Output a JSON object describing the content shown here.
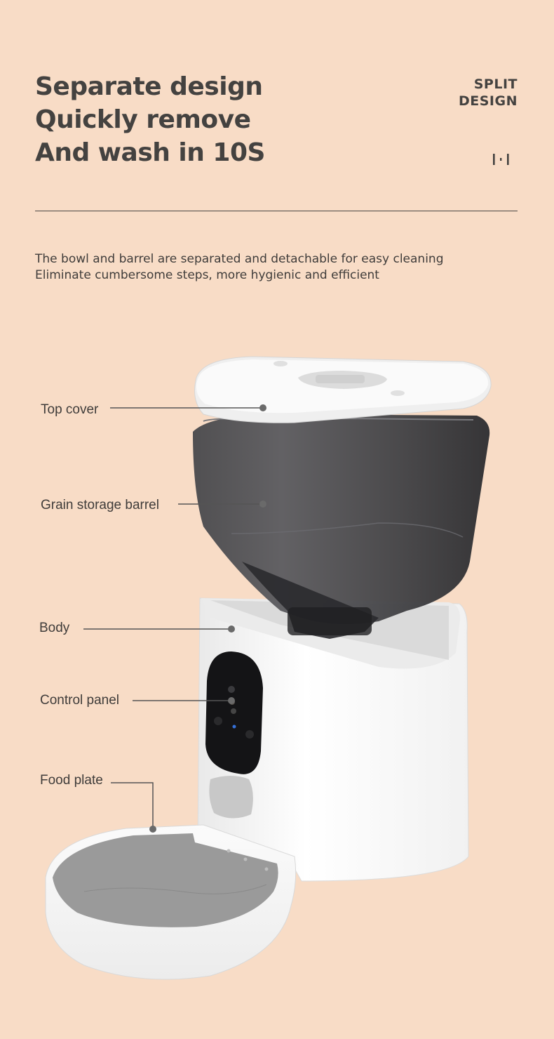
{
  "headline": {
    "line1": "Separate design",
    "line2": "Quickly remove",
    "line3": "And wash in 10S"
  },
  "badge": {
    "line1": "SPLIT",
    "line2": "DESIGN",
    "numeral_icon": "roman-numeral-two-icon"
  },
  "description": {
    "line1": "The bowl and barrel are separated and detachable for easy cleaning",
    "line2": "Eliminate cumbersome steps, more hygienic and efficient"
  },
  "labels": {
    "top_cover": "Top cover",
    "barrel": "Grain storage barrel",
    "body": "Body",
    "control_panel": "Control panel",
    "food_plate": "Food plate"
  },
  "colors": {
    "background": "#f8dcc6",
    "text": "#444240",
    "device_white": "#f7f7f7",
    "barrel_smoke": "#3c3c3e"
  }
}
